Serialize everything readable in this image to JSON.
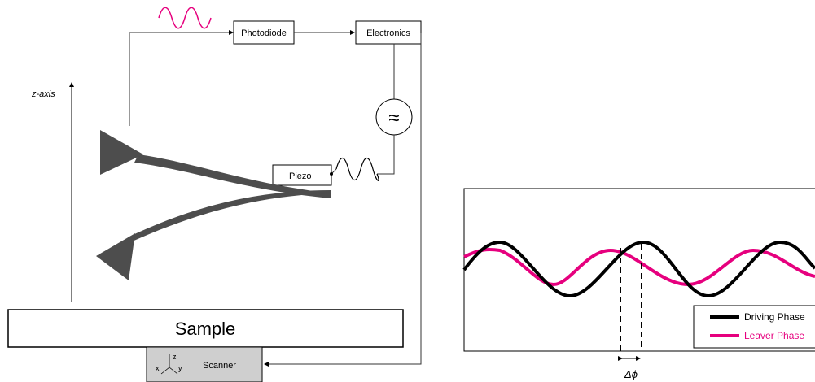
{
  "left_diagram": {
    "photodiode": "Photodiode",
    "electronics": "Electronics",
    "piezo": "Piezo",
    "z_axis": "z-axis",
    "sample": "Sample",
    "scanner": "Scanner",
    "oscillator_symbol": "≈",
    "axis_z": "z",
    "axis_x": "x",
    "axis_y": "y"
  },
  "right_plot": {
    "delta_phi": "Δϕ",
    "legend": [
      {
        "label": "Driving Phase",
        "color": "#000000"
      },
      {
        "label": "Leaver Phase",
        "color": "#e6007e"
      }
    ]
  },
  "colors": {
    "pink": "#e6007e",
    "cantilever": "#4d4d4d",
    "scanner_fill": "#cfcfcf"
  }
}
